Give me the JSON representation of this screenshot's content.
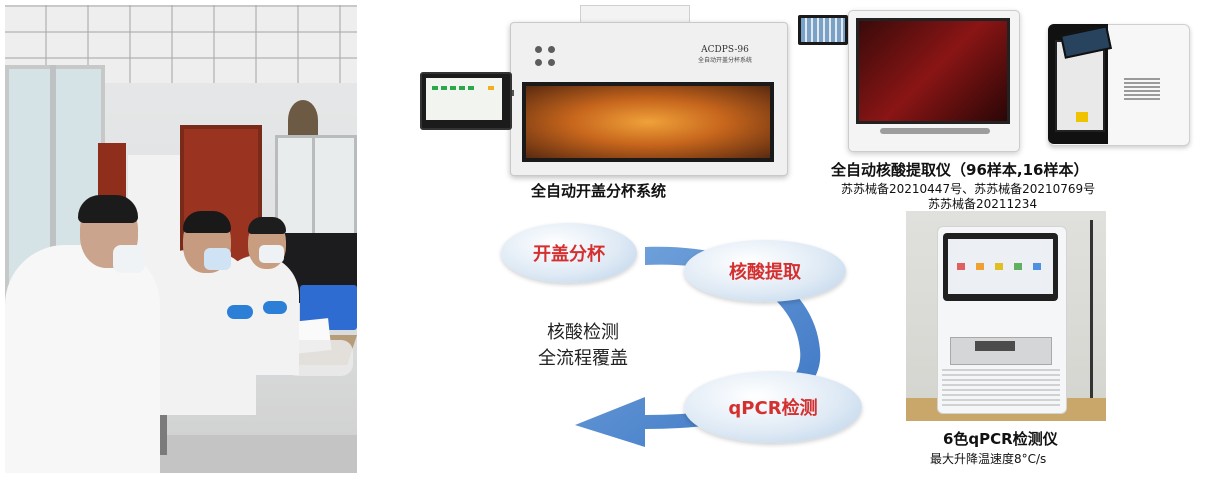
{
  "devices": {
    "auto_cap": {
      "model": "ACDPS-96",
      "model_sub": "全自动开盖分杯系统",
      "caption": "全自动开盖分杯系统"
    },
    "extractor": {
      "caption": "全自动核酸提取仪（96样本,16样本）",
      "reg_line1": "苏苏械备20210447号、苏苏械备20210769号",
      "reg_line2": "苏苏械备20211234"
    },
    "qpcr": {
      "caption": "6色qPCR检测仪",
      "spec": "最大升降温速度8°C/s"
    }
  },
  "flow": {
    "step1": "开盖分杯",
    "step2": "核酸提取",
    "step3": "qPCR检测",
    "center_line1": "核酸检测",
    "center_line2": "全流程覆盖"
  },
  "colors": {
    "node_text": "#d53030",
    "arrow": "#3b78c4"
  }
}
